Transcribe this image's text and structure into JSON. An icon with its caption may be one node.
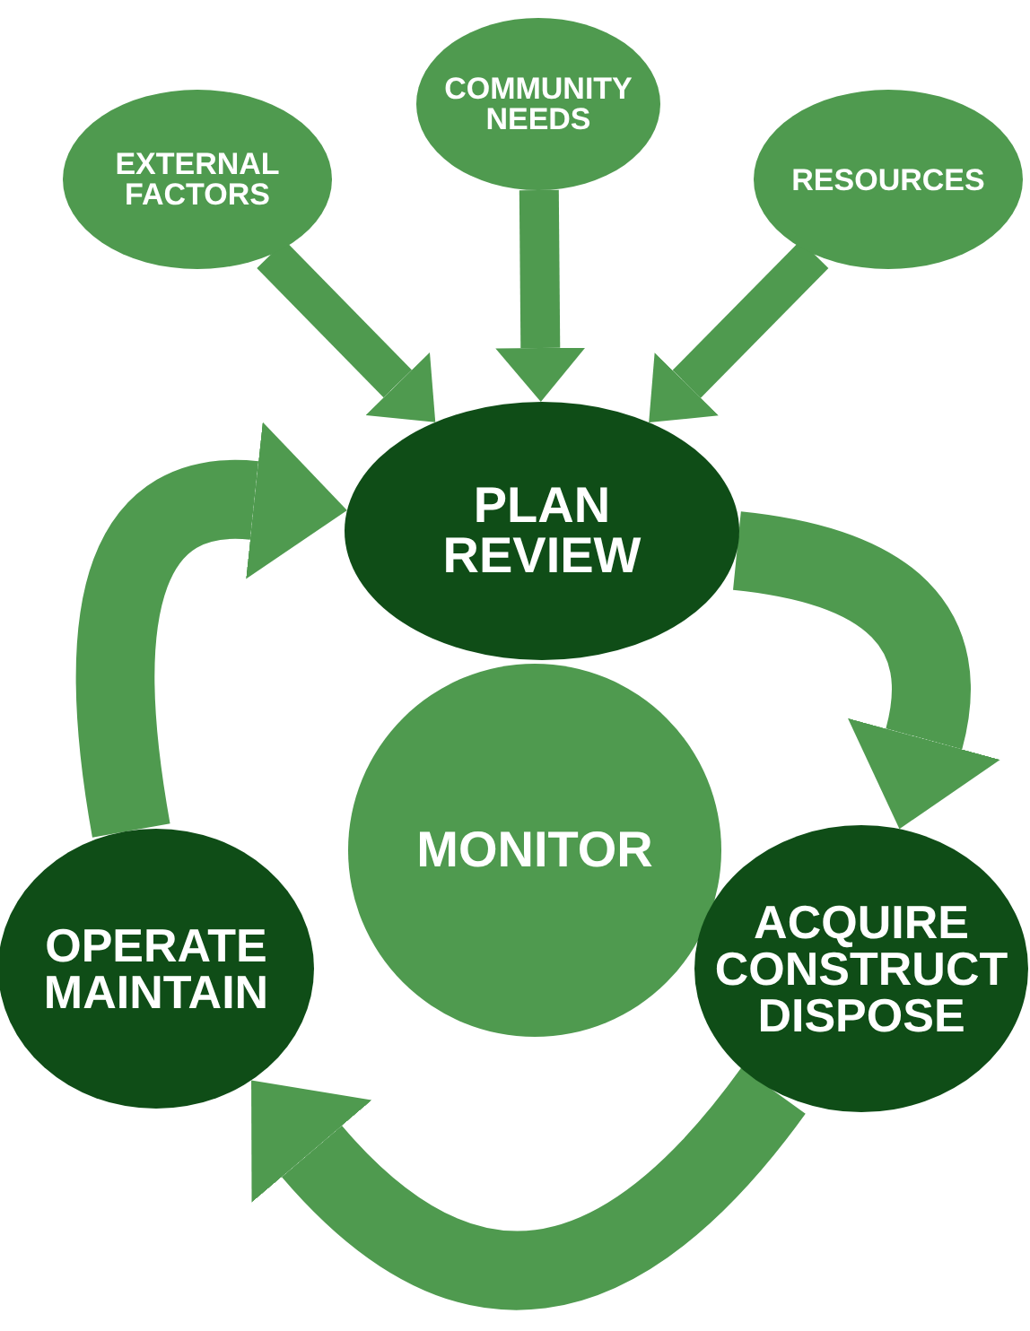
{
  "diagram": {
    "nodes": [
      {
        "text": [
          "EXTERNAL FACTORS"
        ]
      },
      {
        "text": [
          "COMMUNITY NEEDS"
        ]
      },
      {
        "text": [
          "RESOURCES"
        ]
      },
      {
        "text": [
          "PLAN REVIEW"
        ]
      },
      {
        "text": [
          "MONITOR"
        ]
      },
      {
        "text": [
          "OPERATE MAINTAIN"
        ]
      },
      {
        "text": [
          "ACQUIRE CONSTRUCT DISPOSE"
        ]
      }
    ],
    "edges": [
      {
        "from": 0,
        "to": 3,
        "arrow": "to"
      },
      {
        "from": 1,
        "to": 3,
        "arrow": "to"
      },
      {
        "from": 2,
        "to": 3,
        "arrow": "to"
      },
      {
        "from": 3,
        "to": 6,
        "arrow": "to",
        "style": "thick"
      },
      {
        "from": 6,
        "to": 5,
        "arrow": "to",
        "style": "thick"
      },
      {
        "from": 5,
        "to": 3,
        "arrow": "to",
        "style": "thick"
      }
    ]
  }
}
